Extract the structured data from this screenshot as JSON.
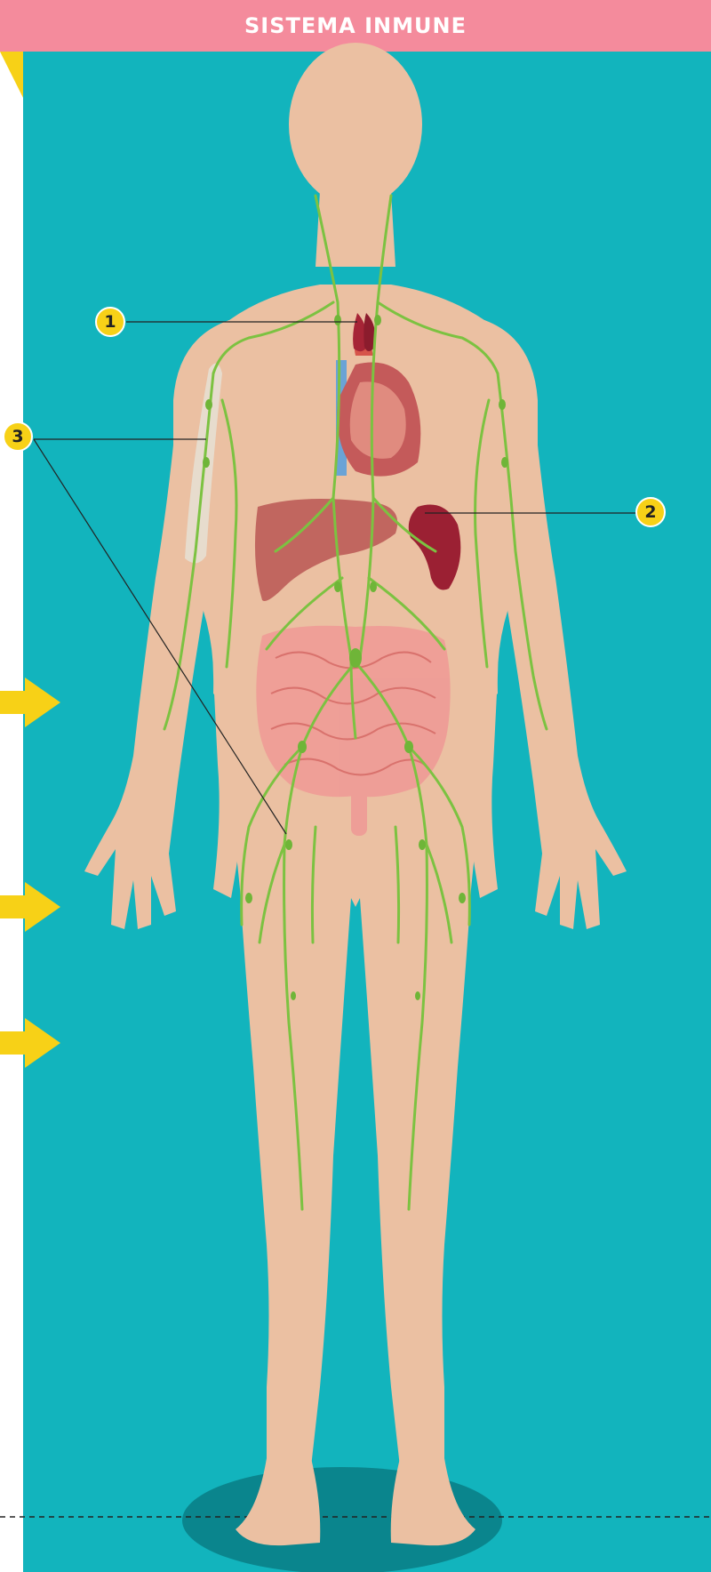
{
  "header": {
    "title": "SISTEMA INMUNE"
  },
  "labels": [
    {
      "number": "1",
      "points_to": "timo"
    },
    {
      "number": "2",
      "points_to": "bazo"
    },
    {
      "number": "3",
      "points_to": "ganglios y vasos linfáticos"
    }
  ],
  "colors": {
    "header": "#f48b9c",
    "background": "#12b4bd",
    "skin": "#ebc0a2",
    "lymph": "#7cc241",
    "badge": "#f7d117",
    "arrow": "#f7d117"
  },
  "decorations": {
    "side_arrows": 3,
    "corner_triangle": true,
    "dashed_floor_line": true
  }
}
